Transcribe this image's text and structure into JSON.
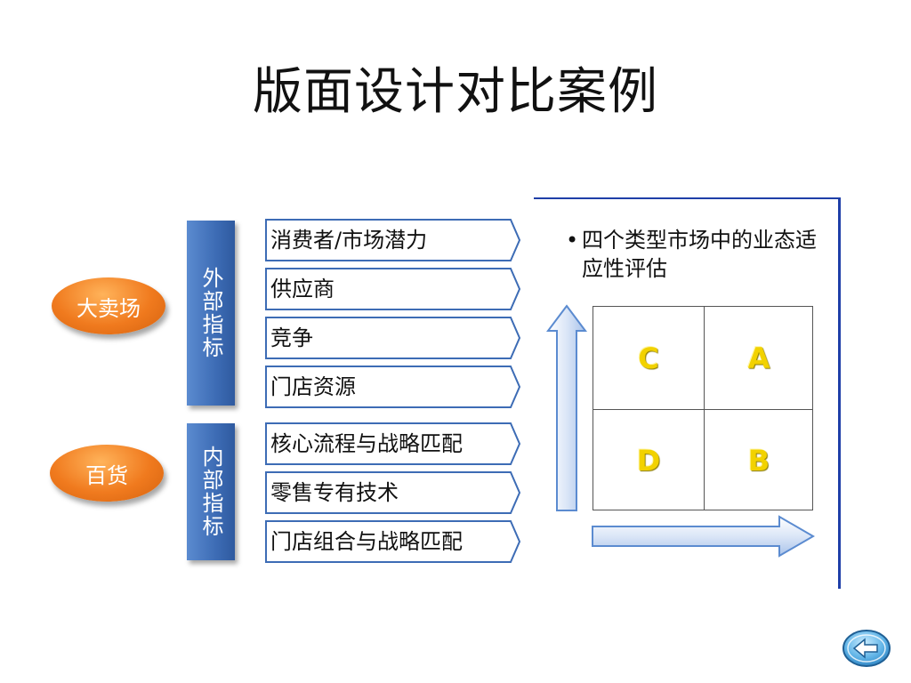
{
  "slide": {
    "title": "版面设计对比案例"
  },
  "formats": [
    {
      "label": "大卖场"
    },
    {
      "label": "百货"
    }
  ],
  "indicator_groups": [
    {
      "label": "外部指标",
      "items": [
        "消费者/市场潜力",
        "供应商",
        "竞争",
        "门店资源"
      ]
    },
    {
      "label": "内部指标",
      "items": [
        "核心流程与战略匹配",
        "零售专有技术",
        "门店组合与战略匹配"
      ]
    }
  ],
  "matrix_panel": {
    "bullet": "四个类型市场中的业态适应性评估",
    "quadrants": {
      "top_left": "C",
      "top_right": "A",
      "bottom_left": "D",
      "bottom_right": "B"
    }
  },
  "colors": {
    "accent_blue": "#3d6cb5",
    "frame_blue": "#1f3fa8",
    "oval_orange": "#f07a1e",
    "quadrant_yellow": "#f2d200"
  },
  "icons": {
    "nav": "back-arrow-icon"
  }
}
